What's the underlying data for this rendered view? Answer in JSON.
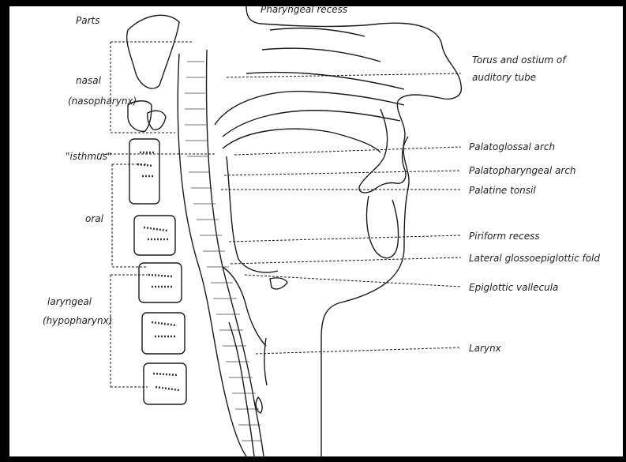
{
  "labels": {
    "top_cut": "Pharyngeal recess",
    "parts": "Parts",
    "nasal": "nasal",
    "nasopharynx": "(nasopharynx)",
    "isthmus": "\"isthmus\"",
    "oral": "oral",
    "laryngeal": "laryngeal",
    "hypopharynx": "(hypopharynx)",
    "torus_1": "Torus and ostium of",
    "torus_2": "auditory tube",
    "palatoglossal": "Palatoglossal arch",
    "palatopharyngeal": "Palatopharyngeal arch",
    "palatine_tonsil": "Palatine tonsil",
    "piriform": "Piriform recess",
    "lateral_fold": "Lateral glossoepiglottic fold",
    "vallecula": "Epiglottic vallecula",
    "larynx": "Larynx"
  },
  "colors": {
    "ink": "#1a1a1a",
    "paper": "#ffffff",
    "border": "#000000"
  }
}
